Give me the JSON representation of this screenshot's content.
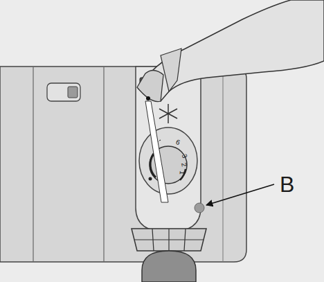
{
  "diagram": {
    "labels": [
      "B",
      "6",
      "3",
      "2",
      "1"
    ]
  }
}
